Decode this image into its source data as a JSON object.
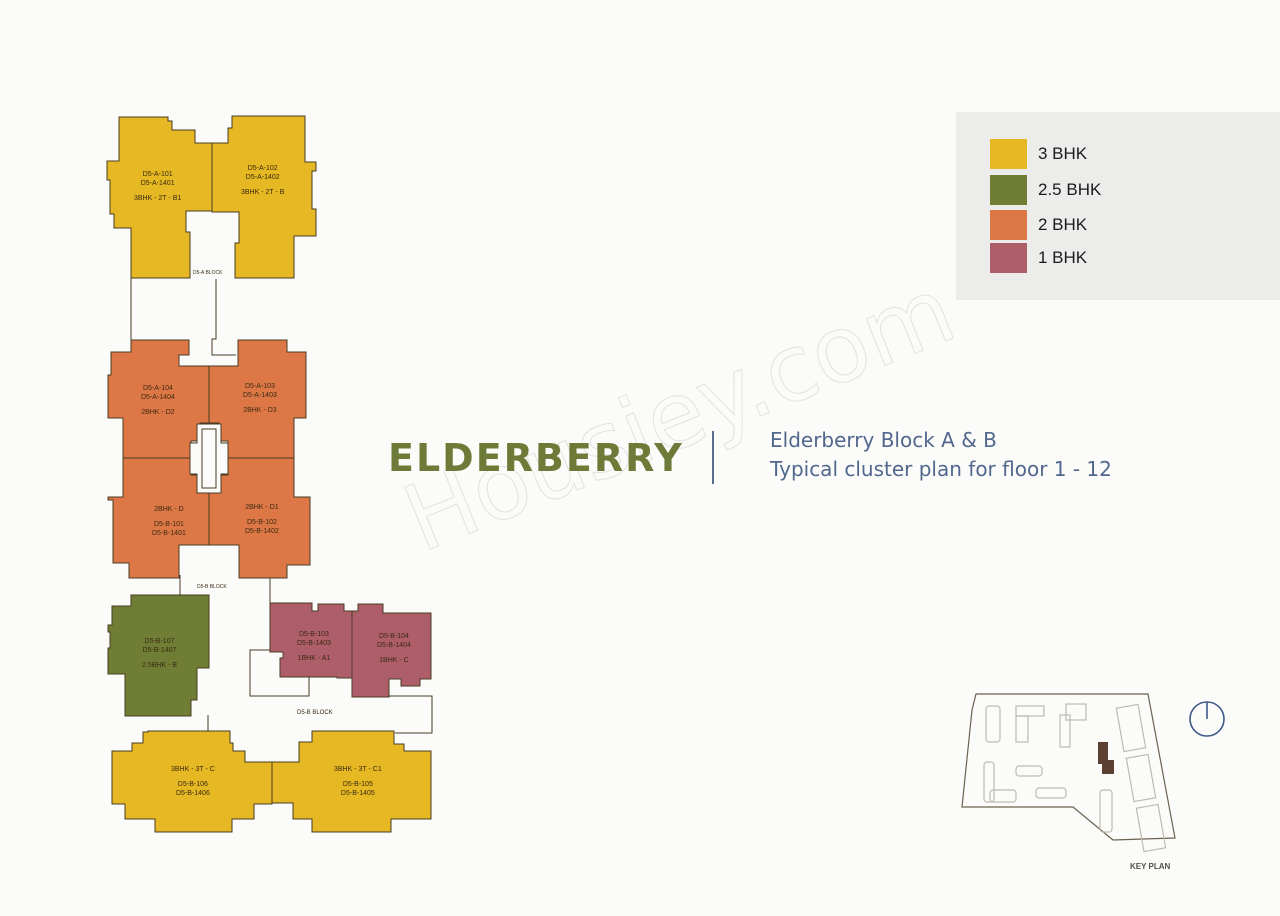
{
  "title": {
    "main": "ELDERBERRY",
    "subtitle_line1": "Elderberry Block A & B",
    "subtitle_line2": "Typical cluster plan for floor 1 - 12",
    "watermark": "Housiey.com"
  },
  "colors": {
    "bhk3": "#e6b823",
    "bhk2_5": "#6f7d35",
    "bhk2": "#dd7846",
    "bhk1": "#ad5e69",
    "outline": "#4a3b24",
    "title_green": "#6e7b38",
    "subtitle_blue": "#52678d"
  },
  "legend": {
    "items": [
      {
        "label": "3 BHK",
        "color": "#e6b823"
      },
      {
        "label": "2.5 BHK",
        "color": "#6f7d35"
      },
      {
        "label": "2 BHK",
        "color": "#dd7846"
      },
      {
        "label": "1 BHK",
        "color": "#ad5e69"
      }
    ]
  },
  "blocks": {
    "a_block": "D5-A BLOCK",
    "b_block_upper": "D5-B BLOCK",
    "b_block_lower": "D5-B BLOCK"
  },
  "units": {
    "a101": {
      "line1": "D5-A-101",
      "line2": "D5-A-1401",
      "type": "3BHK - 2T - B1"
    },
    "a102": {
      "line1": "D5-A-102",
      "line2": "D5-A-1402",
      "type": "3BHK - 2T - B"
    },
    "a104": {
      "line1": "D5-A-104",
      "line2": "D5-A-1404",
      "type": "2BHK - D2"
    },
    "a103": {
      "line1": "D5-A-103",
      "line2": "D5-A-1403",
      "type": "2BHK - D3"
    },
    "b101": {
      "type": "2BHK - D",
      "line1": "D5-B-101",
      "line2": "D5-B-1401"
    },
    "b102": {
      "type": "2BHK - D1",
      "line1": "D5-B-102",
      "line2": "D5-B-1402"
    },
    "b107": {
      "line1": "D5-B-107",
      "line2": "D5-B-1407",
      "type": "2.5BHK - B"
    },
    "b103": {
      "line1": "D5-B-103",
      "line2": "D5-B-1403",
      "type": "1BHK - A1"
    },
    "b104": {
      "line1": "D5-B-104",
      "line2": "D5-B-1404",
      "type": "1BHK - C"
    },
    "b106": {
      "type": "3BHK - 3T - C",
      "line1": "D5-B-106",
      "line2": "D5-B-1406"
    },
    "b105": {
      "type": "3BHK - 3T - C1",
      "line1": "D5-B-105",
      "line2": "D5-B-1405"
    }
  },
  "key_plan": {
    "label": "KEY PLAN"
  },
  "compass": {
    "icon": "north-compass-icon"
  }
}
